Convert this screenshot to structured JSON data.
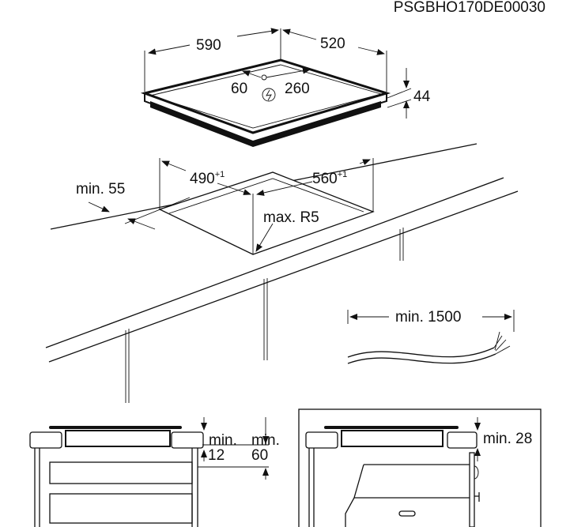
{
  "drawing_code": "PSGBHO170DE00030",
  "hob": {
    "width": "590",
    "depth": "520",
    "height": "44",
    "conn_left": "60",
    "conn_right": "260"
  },
  "cutout": {
    "width": "560",
    "width_tol": "+1",
    "depth": "490",
    "depth_tol": "+1",
    "radius": "max. R5",
    "front_min": "min. 55"
  },
  "cable": {
    "length": "min. 1500"
  },
  "section_left": {
    "min_label_a": "min.",
    "value_a": "12",
    "min_label_b": "min.",
    "value_b": "60"
  },
  "section_right": {
    "clearance": "min. 28"
  }
}
